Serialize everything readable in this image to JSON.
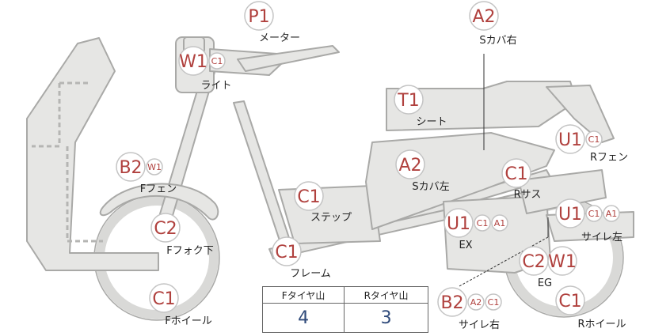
{
  "colors": {
    "part_fill": "#e6e6e4",
    "part_stroke": "#a9a9a7",
    "badge_fill": "#ffffff",
    "badge_stroke": "#c4c4c4",
    "badge_text": "#b0413e",
    "value_text": "#2f4a7a"
  },
  "parts": [
    {
      "id": "meter",
      "codes": [
        "P1"
      ],
      "label": "メーター"
    },
    {
      "id": "s-cover-right",
      "codes": [
        "A2"
      ],
      "label": "Sカバ右"
    },
    {
      "id": "light",
      "codes": [
        "W1",
        "C1"
      ],
      "label": "ライト"
    },
    {
      "id": "seat",
      "codes": [
        "T1"
      ],
      "label": "シート"
    },
    {
      "id": "r-fender",
      "codes": [
        "U1",
        "C1"
      ],
      "label": "Rフェン"
    },
    {
      "id": "f-fender",
      "codes": [
        "B2",
        "W1"
      ],
      "label": "Fフェン"
    },
    {
      "id": "s-cover-left",
      "codes": [
        "A2"
      ],
      "label": "Sカバ左"
    },
    {
      "id": "r-suspension",
      "codes": [
        "C1"
      ],
      "label": "Rサス"
    },
    {
      "id": "step",
      "codes": [
        "C1"
      ],
      "label": "ステップ"
    },
    {
      "id": "exhaust",
      "codes": [
        "U1",
        "C1",
        "A1"
      ],
      "label": "EX"
    },
    {
      "id": "silencer-left",
      "codes": [
        "U1",
        "C1",
        "A1"
      ],
      "label": "サイレ左"
    },
    {
      "id": "f-fork-lower",
      "codes": [
        "C2"
      ],
      "label": "Fフォク下"
    },
    {
      "id": "frame",
      "codes": [
        "C1"
      ],
      "label": "フレーム"
    },
    {
      "id": "engine",
      "codes": [
        "C2",
        "W1"
      ],
      "label": "EG"
    },
    {
      "id": "f-wheel",
      "codes": [
        "C1"
      ],
      "label": "Fホイール"
    },
    {
      "id": "silencer-right",
      "codes": [
        "B2",
        "A2",
        "C1"
      ],
      "label": "サイレ右"
    },
    {
      "id": "r-wheel",
      "codes": [
        "C1"
      ],
      "label": "Rホイール"
    }
  ],
  "tread": {
    "front_label": "Fタイヤ山",
    "rear_label": "Rタイヤ山",
    "front_value": "4",
    "rear_value": "3"
  }
}
